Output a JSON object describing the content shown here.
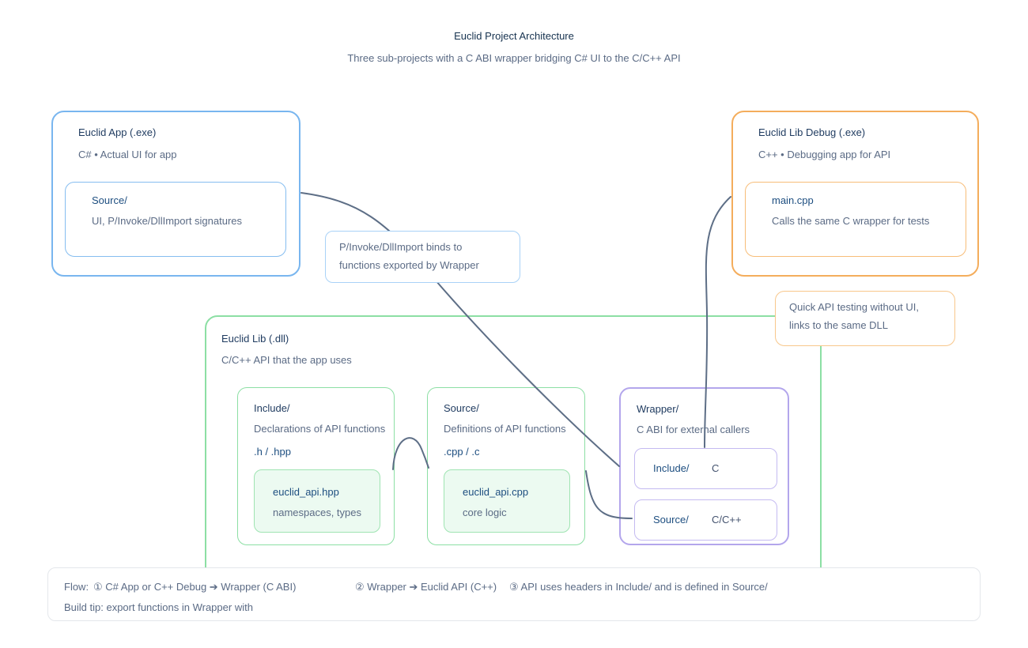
{
  "title": "Euclid Project Architecture",
  "subtitle": "Three sub-projects with a C ABI wrapper bridging C# UI to the C/C++ API",
  "colors": {
    "app_accent": "#79b6ef",
    "debug_accent": "#f4ad5c",
    "lib_accent": "#8cdfa4",
    "wrapper_accent": "#b3a6ec",
    "connector": "#5d6e86",
    "heading_text": "#1e3a5f",
    "body_text": "#5b6b85",
    "file_text": "#1d4e80",
    "file_fill": "#ecfaf1"
  },
  "boxes": {
    "app": {
      "title": "Euclid App (.exe)",
      "subtitle": "C# • Actual UI for app",
      "child": {
        "name": "Source/",
        "desc": "UI, P/Invoke/DllImport signatures"
      }
    },
    "debug": {
      "title": "Euclid Lib Debug (.exe)",
      "subtitle": "C++ • Debugging app for API",
      "child": {
        "name": "main.cpp",
        "desc": "Calls the same C wrapper for tests"
      }
    },
    "lib": {
      "title": "Euclid Lib (.dll)",
      "subtitle": "C/C++ API that the app uses",
      "include": {
        "name": "Include/",
        "desc": "Declarations of API functions",
        "ext": ".h / .hpp",
        "file": {
          "name": "euclid_api.hpp",
          "desc": "namespaces, types"
        }
      },
      "source": {
        "name": "Source/",
        "desc": "Definitions of API functions",
        "ext": ".cpp / .c",
        "file": {
          "name": "euclid_api.cpp",
          "desc": "core logic"
        }
      },
      "wrapper": {
        "name": "Wrapper/",
        "desc": "C ABI for external callers",
        "children": [
          {
            "name": "Include/",
            "lang": "C"
          },
          {
            "name": "Source/",
            "lang": "C/C++"
          }
        ]
      }
    }
  },
  "notes": {
    "pinvoke": {
      "line1": "P/Invoke/DllImport binds to",
      "line2": "functions exported by Wrapper"
    },
    "quick": {
      "line1": "Quick API testing without UI,",
      "line2": "links to the same DLL"
    }
  },
  "flow": {
    "label": "Flow:",
    "steps": [
      "① C# App or C++ Debug ➔ Wrapper (C ABI)",
      "② Wrapper ➔ Euclid API (C++)",
      "③ API uses headers in Include/ and is defined in Source/"
    ],
    "build_tip": "Build tip: export functions in Wrapper with"
  }
}
